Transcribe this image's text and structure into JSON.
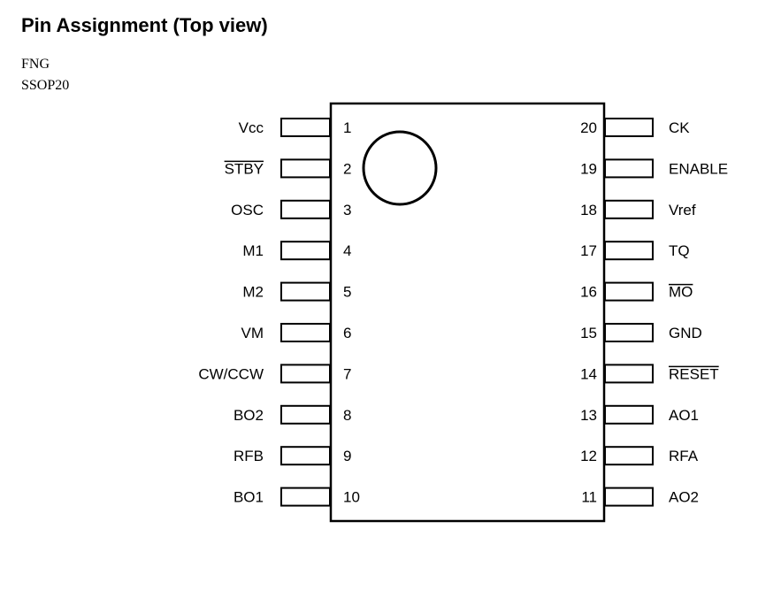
{
  "title": "Pin Assignment (Top view)",
  "package_lines": [
    "FNG",
    "SSOP20"
  ],
  "left_pins": [
    {
      "num": "1",
      "label": "Vcc",
      "overbar": false
    },
    {
      "num": "2",
      "label": "STBY",
      "overbar": true
    },
    {
      "num": "3",
      "label": "OSC",
      "overbar": false
    },
    {
      "num": "4",
      "label": "M1",
      "overbar": false
    },
    {
      "num": "5",
      "label": "M2",
      "overbar": false
    },
    {
      "num": "6",
      "label": "VM",
      "overbar": false
    },
    {
      "num": "7",
      "label": "CW/CCW",
      "overbar": false
    },
    {
      "num": "8",
      "label": "BO2",
      "overbar": false
    },
    {
      "num": "9",
      "label": "RFB",
      "overbar": false
    },
    {
      "num": "10",
      "label": "BO1",
      "overbar": false
    }
  ],
  "right_pins": [
    {
      "num": "20",
      "label": "CK",
      "overbar": false
    },
    {
      "num": "19",
      "label": "ENABLE",
      "overbar": false
    },
    {
      "num": "18",
      "label": "Vref",
      "overbar": false
    },
    {
      "num": "17",
      "label": "TQ",
      "overbar": false
    },
    {
      "num": "16",
      "label": "MO",
      "overbar": true
    },
    {
      "num": "15",
      "label": "GND",
      "overbar": false
    },
    {
      "num": "14",
      "label": "RESET",
      "overbar": true
    },
    {
      "num": "13",
      "label": "AO1",
      "overbar": false
    },
    {
      "num": "12",
      "label": "RFA",
      "overbar": false
    },
    {
      "num": "11",
      "label": "AO2",
      "overbar": false
    }
  ]
}
